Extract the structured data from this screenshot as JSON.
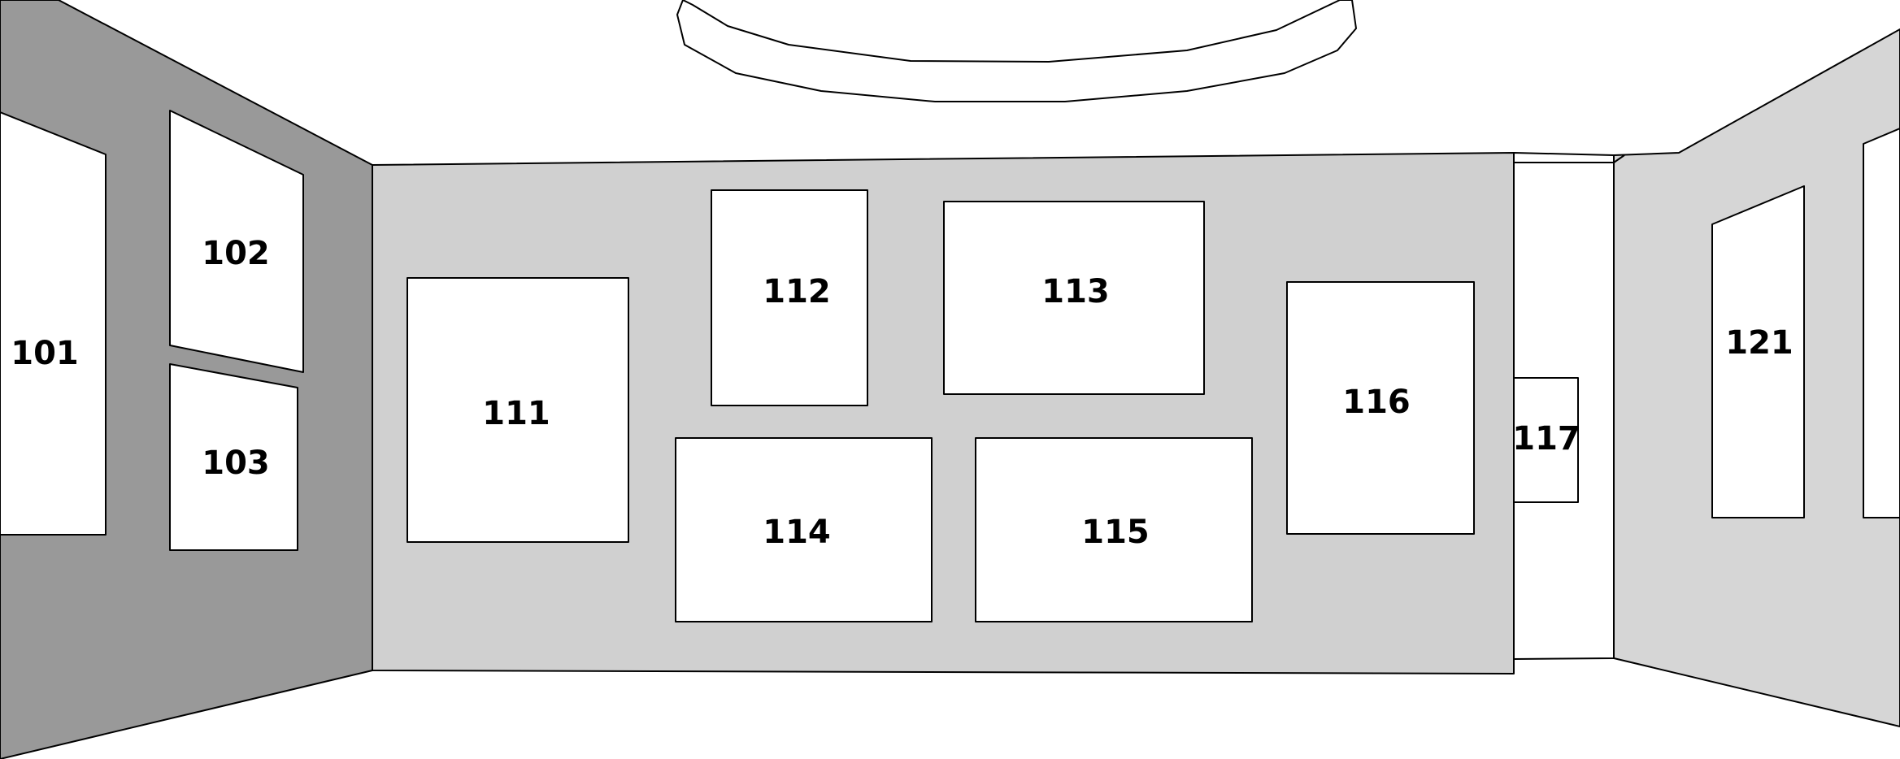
{
  "colors": {
    "left_wall": "#999999",
    "back_wall": "#d0d0d0",
    "right_wall": "#d6d6d6",
    "frame_fill": "#ffffff",
    "line": "#000000",
    "floor_ceiling": "#ffffff"
  },
  "frames": {
    "f101": "101",
    "f102": "102",
    "f103": "103",
    "f111": "111",
    "f112": "112",
    "f113": "113",
    "f114": "114",
    "f115": "115",
    "f116": "116",
    "f117": "117",
    "f121": "121"
  }
}
